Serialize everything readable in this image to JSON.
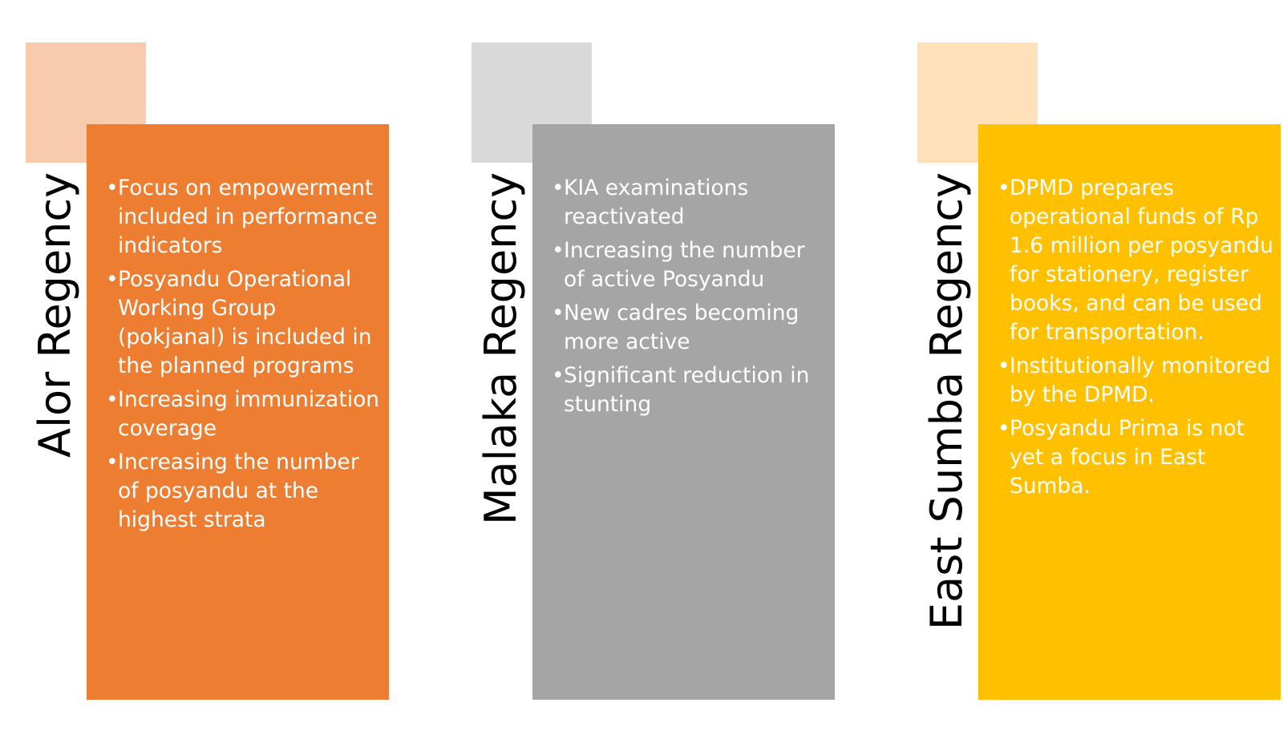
{
  "columns": [
    {
      "title": "Alor Regency",
      "panel_color": "#ED7D31",
      "square_color": "#F8CBAD",
      "items": [
        "Focus on empowerment included in performance indicators",
        "Posyandu Operational Working Group (pokjanal) is included in the planned programs",
        "Increasing immunization coverage",
        "Increasing the number of posyandu at the highest strata"
      ]
    },
    {
      "title": "Malaka Regency",
      "panel_color": "#A5A5A5",
      "square_color": "#D9D9D9",
      "items": [
        "KIA examinations reactivated",
        "Increasing the number of active Posyandu",
        "New cadres becoming more active",
        "Significant reduction in stunting"
      ]
    },
    {
      "title": "East Sumba Regency",
      "panel_color": "#FFC000",
      "square_color": "#FFE0B8",
      "items": [
        "DPMD prepares operational funds of Rp 1.6 million per posyandu for stationery, register books, and can be used for transportation.",
        "Institutionally monitored by the DPMD.",
        "Posyandu Prima is not yet a focus in East Sumba."
      ]
    }
  ],
  "bullet_symbol": "•"
}
